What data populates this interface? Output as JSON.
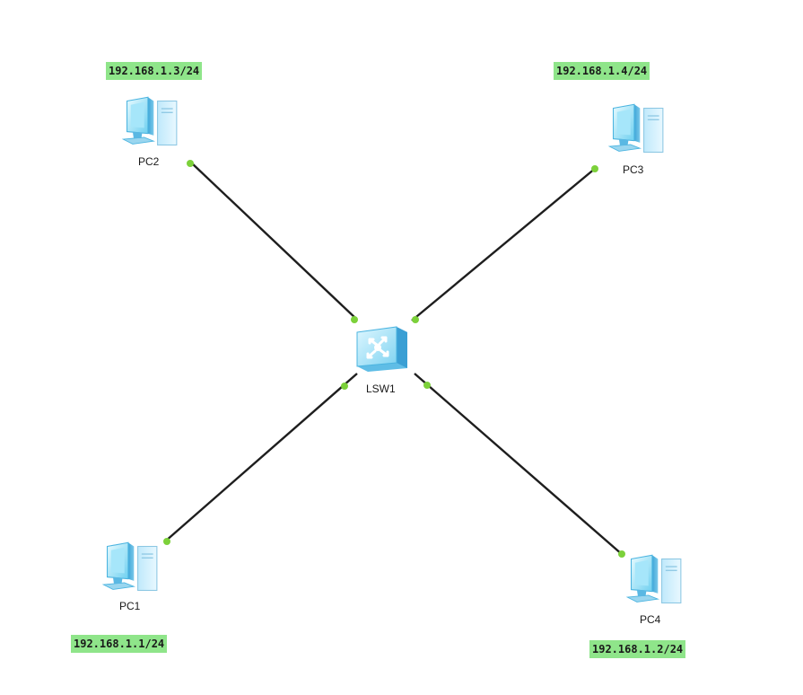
{
  "devices": {
    "pc1": {
      "name": "PC1",
      "ip": "192.168.1.1/24"
    },
    "pc2": {
      "name": "PC2",
      "ip": "192.168.1.3/24"
    },
    "pc3": {
      "name": "PC3",
      "ip": "192.168.1.4/24"
    },
    "pc4": {
      "name": "PC4",
      "ip": "192.168.1.2/24"
    },
    "lsw1": {
      "name": "LSW1"
    }
  },
  "links": [
    {
      "from": "LSW1",
      "to": "PC2"
    },
    {
      "from": "LSW1",
      "to": "PC3"
    },
    {
      "from": "LSW1",
      "to": "PC1"
    },
    {
      "from": "LSW1",
      "to": "PC4"
    }
  ],
  "colors": {
    "link": "#1e1e1e",
    "port": "#7cd13a",
    "ip_label_bg": "#8fe58a"
  },
  "icons": {
    "pc": "pc-icon",
    "switch": "switch-icon"
  }
}
